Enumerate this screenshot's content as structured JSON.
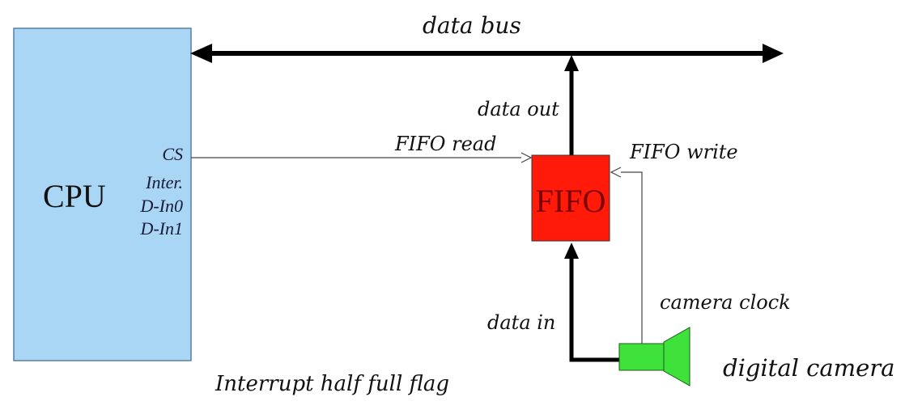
{
  "labels": {
    "data_bus": "data bus",
    "data_out": "data out",
    "fifo_read": "FIFO read",
    "fifo_write": "FIFO write",
    "camera_clock": "camera clock",
    "data_in": "data in",
    "digital_camera": "digital camera",
    "interrupt_flag": "Interrupt half full flag"
  },
  "cpu": {
    "title": "CPU",
    "pins": [
      "CS",
      "Inter.",
      "D-In0",
      "D-In1"
    ]
  },
  "fifo": {
    "title": "FIFO"
  },
  "colors": {
    "cpu_fill": "#a9d6f5",
    "cpu_border": "#5a7fa0",
    "fifo_fill": "#ff1a0a",
    "fifo_border": "#333333",
    "camera_fill": "#3ee23a",
    "camera_border": "#1d5a1a",
    "wire": "#000000"
  }
}
